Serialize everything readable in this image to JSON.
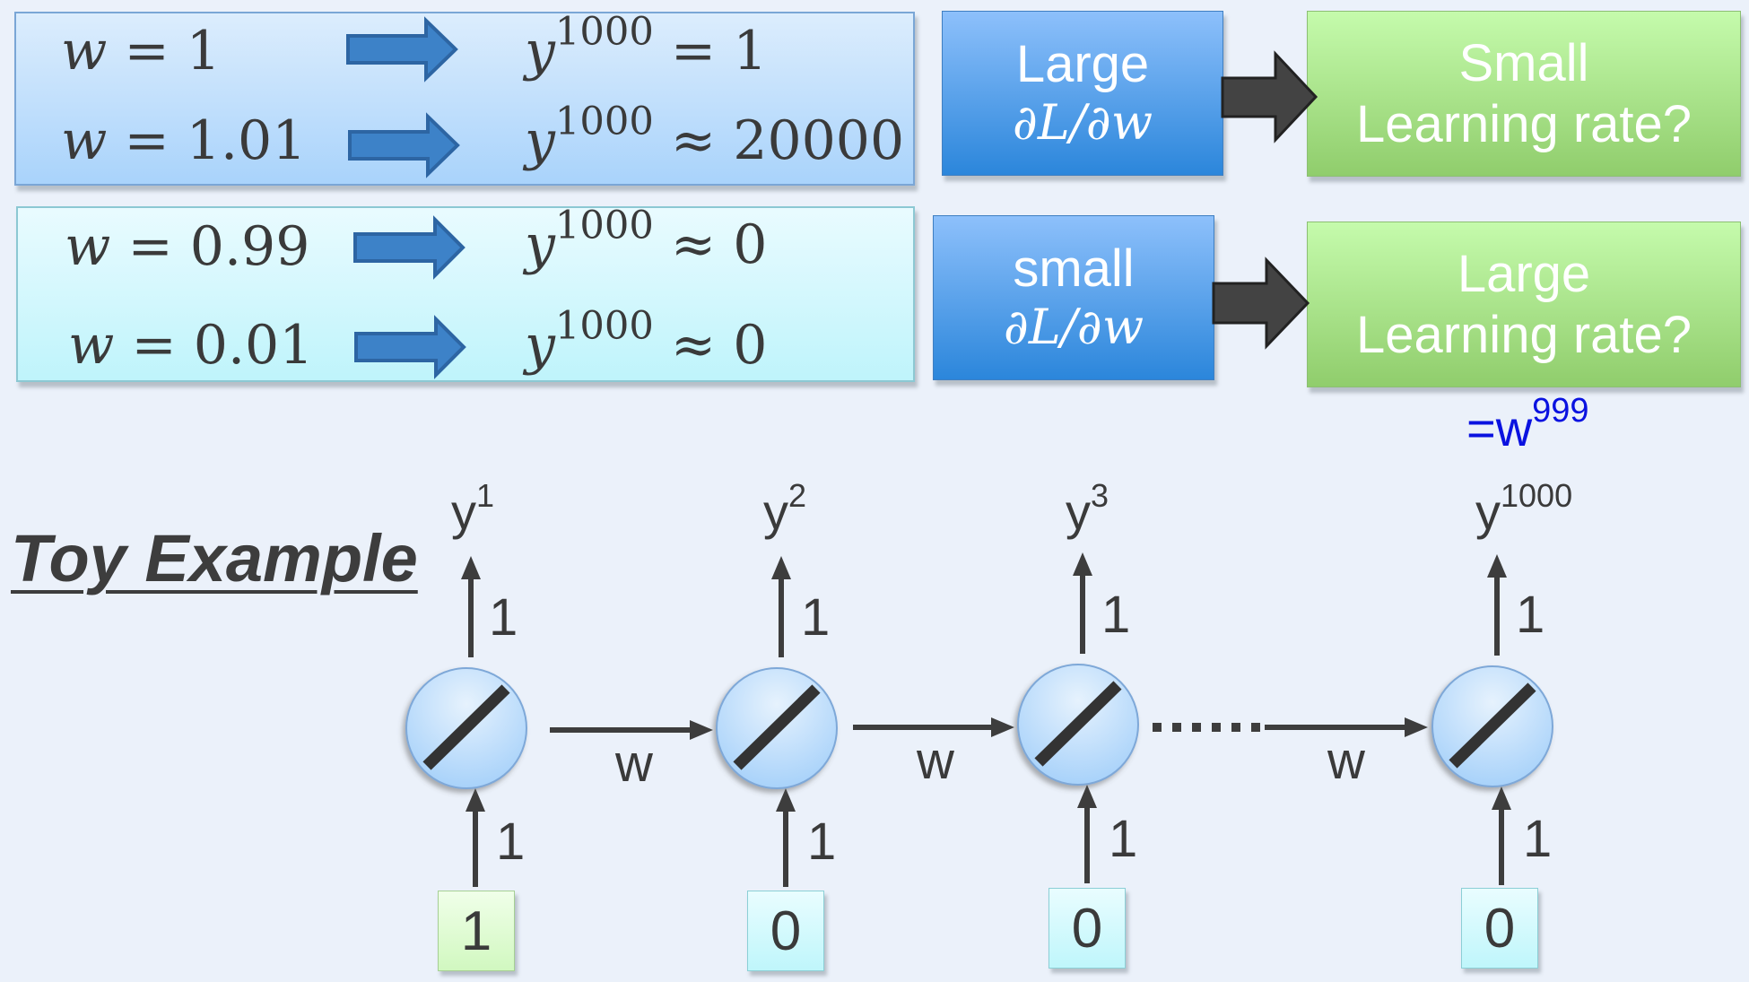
{
  "equations_top": [
    {
      "lhs_var": "w",
      "lhs_op": "=",
      "lhs_val": "1",
      "rhs_var": "y",
      "rhs_sup": "1000",
      "rhs_op": "=",
      "rhs_val": "1"
    },
    {
      "lhs_var": "w",
      "lhs_op": "=",
      "lhs_val": "1.01",
      "rhs_var": "y",
      "rhs_sup": "1000",
      "rhs_op": "≈",
      "rhs_val": "20000"
    }
  ],
  "equations_bottom": [
    {
      "lhs_var": "w",
      "lhs_op": "=",
      "lhs_val": "0.99",
      "rhs_var": "y",
      "rhs_sup": "1000",
      "rhs_op": "≈",
      "rhs_val": "0"
    },
    {
      "lhs_var": "w",
      "lhs_op": "=",
      "lhs_val": "0.01",
      "rhs_var": "y",
      "rhs_sup": "1000",
      "rhs_op": "≈",
      "rhs_val": "0"
    }
  ],
  "gradient_boxes": [
    {
      "word": "Large",
      "deriv": "∂L/∂w"
    },
    {
      "word": "small",
      "deriv": "∂L/∂w"
    }
  ],
  "lr_boxes": [
    {
      "line1": "Small",
      "line2": "Learning rate?"
    },
    {
      "line1": "Large",
      "line2": "Learning rate?"
    }
  ],
  "annotation": {
    "base": "=w",
    "sup": "999"
  },
  "toy_title": "Toy Example",
  "network": {
    "outputs": [
      {
        "base": "y",
        "sup": "1"
      },
      {
        "base": "y",
        "sup": "2"
      },
      {
        "base": "y",
        "sup": "3"
      },
      {
        "base": "y",
        "sup": "1000"
      }
    ],
    "output_weight": "1",
    "input_weight": "1",
    "recurrent_weight": "w",
    "inputs": [
      "1",
      "0",
      "0",
      "0"
    ]
  },
  "colors": {
    "background": "#ebf1fa",
    "arrow_dark": "#3d3d3d",
    "arrow_blue": "#3d82c8",
    "annotation_blue": "#0a12e0"
  }
}
